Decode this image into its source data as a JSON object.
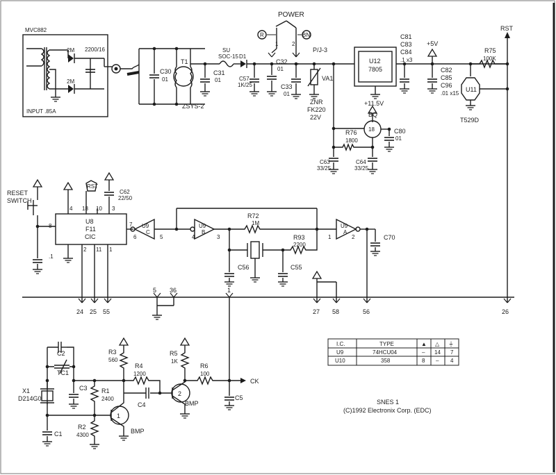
{
  "schematic": {
    "power": {
      "title": "POWER",
      "switch_left": "R",
      "switch_right": "BN",
      "pin1": "1",
      "pin2": "2",
      "connector": "P/J-3",
      "adapter_code": "MVC882",
      "adapter_rating": "INPUT .85A",
      "cap_adapter": "2200/16",
      "diode_top": "2M",
      "diode_bot": "2M",
      "c30": "C30",
      "c30_val": "01",
      "t1": "T1",
      "t1_val": "ZSYS-2",
      "c31": "C31",
      "c31_val": "01",
      "fuse": "SU",
      "fuse_val": "SOC-15",
      "d1": "D1",
      "c57": "C57",
      "c57_val": "1K/25",
      "c32": "C32",
      "c32_val": "01",
      "c33": "C33",
      "c33_val": "01",
      "va1": "VA1",
      "znr": "ZNR",
      "znr_val": "FK220",
      "znr_volt": "22V",
      "u12": "U12",
      "u12_val": "7805",
      "c81": "C81",
      "c83": "C83",
      "c84": "C84",
      "c8x_val": ".1 x3",
      "plus5": "+5V",
      "c82": "C82",
      "c85": "C85",
      "c96": "C96",
      "c9x_val": ".01 x15",
      "rst": "RST",
      "r75": "R75",
      "r75_val": "100K",
      "u11": "U11",
      "u11_val": "T529D",
      "plus115": "+11.5V",
      "q0": "BQ",
      "q0_num": "18",
      "r76": "R76",
      "r76_val": "1800",
      "c80": "C80",
      "c80_val": "01",
      "c63": "C63",
      "c63_val": "33/25",
      "c64": "C64",
      "c64_val": "33/25"
    },
    "reset": {
      "switch_label_1": "RESET",
      "switch_label_2": "SWITCH",
      "u8": "U8",
      "u8_val": "F11",
      "u8_type": "CIC",
      "pin4": "4",
      "pin18": "18",
      "pin10": "10",
      "pin3": "3",
      "pin8": "8",
      "pin7": "7",
      "pin2": "2",
      "pin11": "11",
      "pin1": "1",
      "rst_tag": "RST",
      "c62": "C62",
      "c62_val": "22/50",
      "cap_small": ".1",
      "u9c": "U9",
      "u9c_g": "C",
      "u9c_in": "5",
      "u9c_out": "6",
      "u9b": "U9",
      "u9b_g": "B",
      "u9b_in": "3",
      "u9b_out": "4",
      "u9a": "U9",
      "u9a_g": "A",
      "u9a_in": "1",
      "u9a_out": "2",
      "r72": "R72",
      "r72_val": "1M",
      "r93": "R93",
      "r93_val": "2200",
      "c56": "C56",
      "c55": "C55",
      "c70": "C70"
    },
    "bus": {
      "pins": [
        "24",
        "25",
        "55",
        "5",
        "36",
        "1",
        "27",
        "58",
        "56",
        "26"
      ]
    },
    "clock": {
      "x1": "X1",
      "x1_val": "D214G0",
      "c2": "C2",
      "tc1": "TC1",
      "c3": "C3",
      "r1": "R1",
      "r1_val": "2400",
      "r2": "R2",
      "r2_val": "4300",
      "c1": "C1",
      "r3": "R3",
      "r3_val": "560",
      "r4": "R4",
      "r4_val": "1200",
      "c4": "C4",
      "q1": "1",
      "q1_type": "BMP",
      "r5": "R5",
      "r5_val": "1K",
      "q2": "2",
      "q2_type": "BMP",
      "r6": "R6",
      "r6_val": "100",
      "c5": "C5",
      "ck": "CK"
    },
    "ic_table": {
      "headers": [
        "I.C.",
        "TYPE",
        "▲",
        "△",
        "⏚"
      ],
      "rows": [
        [
          "U9",
          "74HCU04",
          "–",
          "14",
          "7"
        ],
        [
          "U10",
          "358",
          "8",
          "–",
          "4"
        ]
      ]
    },
    "title": {
      "name": "SNES 1",
      "copyright": "(C)1992 Electronix Corp. (EDC)"
    }
  }
}
